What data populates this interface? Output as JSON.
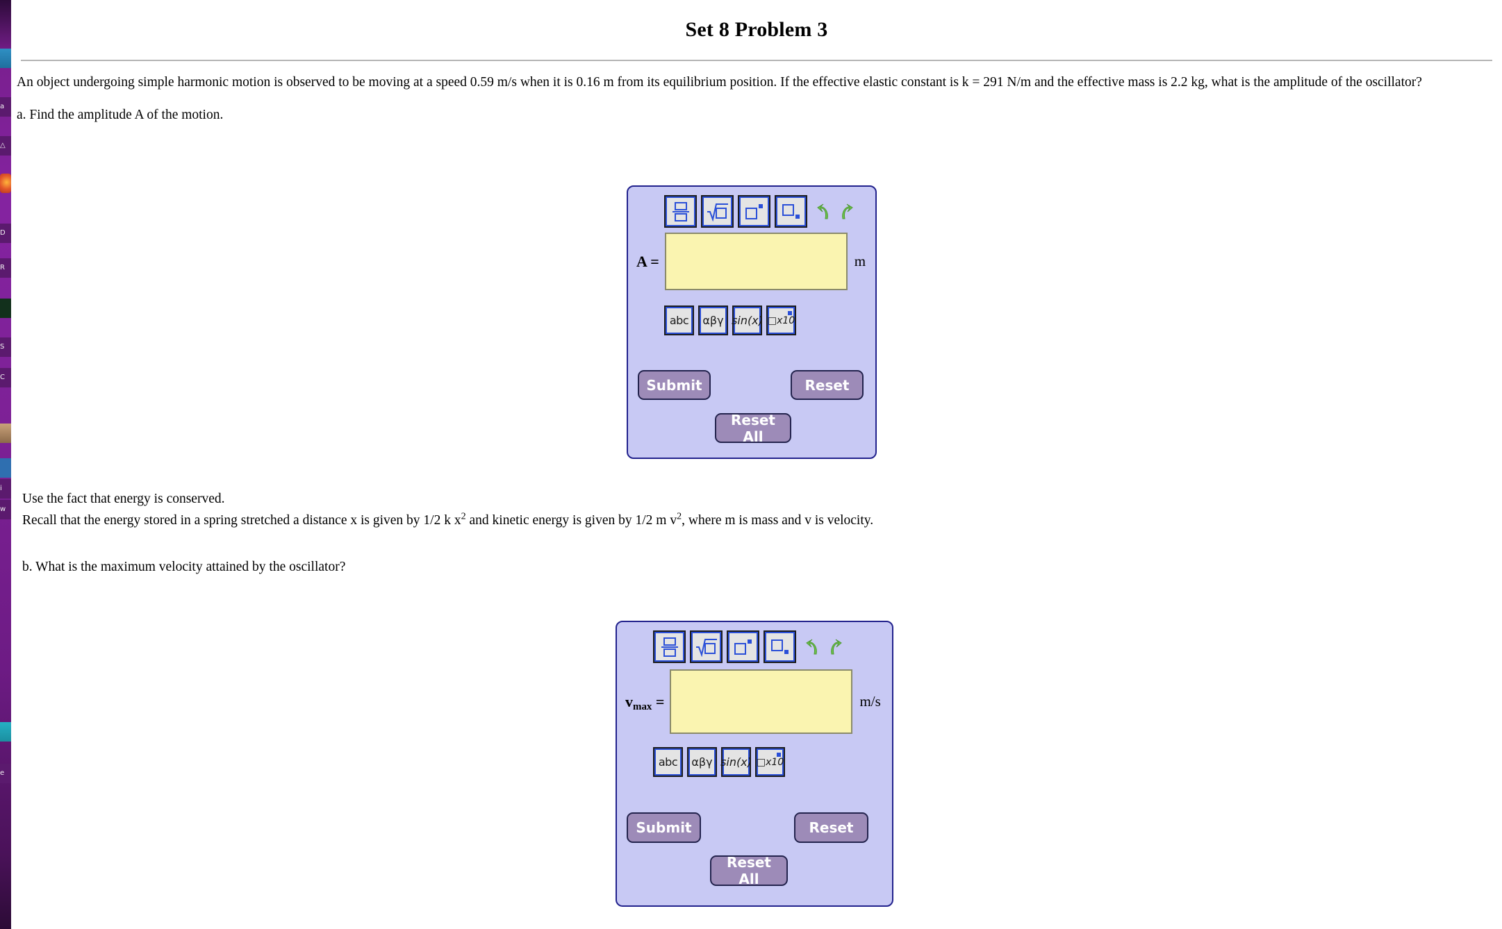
{
  "page": {
    "title": "Set 8 Problem 3",
    "intro": "An object undergoing simple harmonic motion is observed to be moving at a speed 0.59 m/s when it is 0.16 m from its equilibrium position. If the effective elastic constant is k = 291 N/m and the effective mass is 2.2 kg, what is the amplitude of the oscillator?",
    "part_a_prompt": "a. Find the amplitude A of the motion.",
    "hint_line_1": "Use the fact that energy is conserved.",
    "hint_line_2_before": "Recall that the energy stored in a spring stretched a distance x is given by 1/2 k x",
    "hint_line_2_exp1": "2",
    "hint_line_2_middle": " and kinetic energy is given by 1/2 m v",
    "hint_line_2_exp2": "2",
    "hint_line_2_after": ", where m is mass and v is velocity.",
    "part_b_prompt": "b. What is the maximum velocity attained by the oscillator?"
  },
  "problem_values": {
    "speed": "0.59 m/s",
    "displacement": "0.16 m",
    "elastic_constant": "291 N/m",
    "mass": "2.2 kg"
  },
  "colors": {
    "widget_background": "#c8c9f4",
    "widget_border": "#21218c",
    "input_background": "#faf4b0",
    "input_border": "#8a8a6a",
    "button_background": "#9d8bb8",
    "button_border": "#23234d",
    "button_text": "#ffffff",
    "math_button_background": "#e4e4e4",
    "math_button_inner_border": "#2a4fd8",
    "math_button_outer_border": "#1c1c1c",
    "undo_redo_arrow": "#6cc24a",
    "rule": "#b4b4b4",
    "dock_background": "#7d2196"
  },
  "math_toolbar": {
    "top_buttons": [
      {
        "name": "fraction-button",
        "label": "fraction"
      },
      {
        "name": "square-root-button",
        "label": "square root"
      },
      {
        "name": "superscript-button",
        "label": "superscript"
      },
      {
        "name": "subscript-button",
        "label": "subscript"
      }
    ],
    "bottom_buttons": [
      {
        "name": "abc-button",
        "label": "abc"
      },
      {
        "name": "greek-button",
        "label": "αβγ"
      },
      {
        "name": "trig-button",
        "label": "sin(x)"
      },
      {
        "name": "scientific-notation-button",
        "label": "□x10"
      }
    ],
    "undo_label": "undo",
    "redo_label": "redo"
  },
  "widget_a": {
    "variable": "A",
    "equals": "=",
    "unit": "m",
    "value": "",
    "placeholder": "",
    "submit_label": "Submit",
    "reset_label": "Reset",
    "reset_all_label": "Reset All"
  },
  "widget_b": {
    "variable": "v",
    "subscript": "max",
    "equals": "=",
    "unit": "m/s",
    "value": "",
    "placeholder": "",
    "submit_label": "Submit",
    "reset_label": "Reset",
    "reset_all_label": "Reset All"
  },
  "dock": {
    "items": [
      "files-icon",
      "amazon-icon",
      "vlc-icon",
      "firefox-icon",
      "docs-icon",
      "rstudio-icon",
      "terminal-icon",
      "sublime-icon",
      "code-icon",
      "photos-icon",
      "blue-app-icon",
      "blue-app-2-icon",
      "calculator-icon",
      "teal-app-icon",
      "slack-icon"
    ]
  }
}
